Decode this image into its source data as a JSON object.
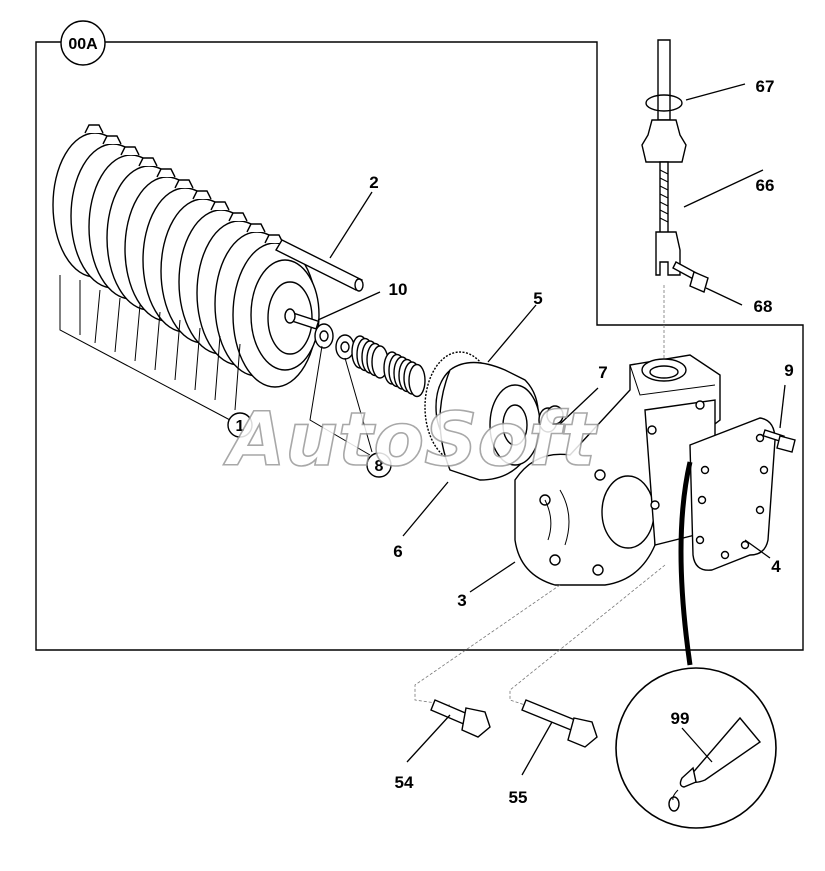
{
  "diagram": {
    "group_badge": "00A",
    "watermark": "AutoSoft",
    "callouts": {
      "c1": "1",
      "c2": "2",
      "c3": "3",
      "c4": "4",
      "c5": "5",
      "c6": "6",
      "c7": "7",
      "c8": "8",
      "c9": "9",
      "c10": "10",
      "c54": "54",
      "c55": "55",
      "c66": "66",
      "c67": "67",
      "c68": "68",
      "c99": "99"
    }
  }
}
